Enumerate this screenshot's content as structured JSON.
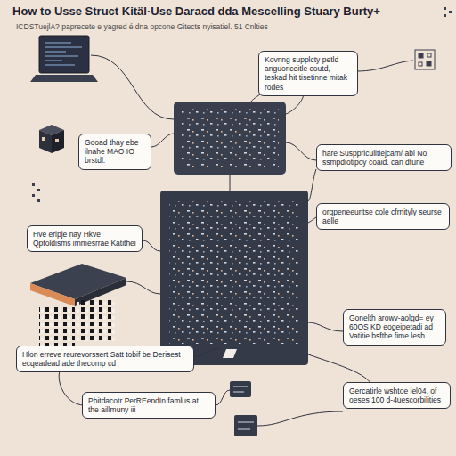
{
  "diagram": {
    "title": "How to Usse Struct Kitäl·Use Daracd dda Mescelling Stuary Burty+",
    "nodes": [
      {
        "text": [
          "Kovnng supplcty petld anguoriceitle coutd, teskad hit tisetinne mitak rodes"
        ]
      },
      {
        "text": [
          "Gooad thay ebe ilnahe MAO IO brstdl."
        ]
      },
      {
        "text": [
          "hare Susppriculitiejcam/ abl No ssmpdiotipoy coaid. can dtune"
        ]
      },
      {
        "text": [
          "orgpeneeuritse cole cfrnityly seurse aelle"
        ]
      },
      {
        "text": [
          "Hve eripje nay Hkve Qptoldisms immesrrae Katithei"
        ]
      },
      {
        "text": [
          "Gonelth arowv-aolgd= ey 60OS KD eogeipetadi ad Vatitie bsfthe fime lesh"
        ]
      },
      {
        "text": [
          "Hlon erreve reurevorssert Satt tobif be Derisest ecqeadead ade thecomp cd"
        ]
      },
      {
        "text": [
          "Gercatirle wshtoe lel04, of oeses 100 d-4uescorbilities"
        ]
      },
      {
        "text": [
          "Pbitdacotr PerREendIn famlus at the aillmuny iii"
        ]
      }
    ],
    "labels": [
      "ICDSTuejlA? paprecete e yagred é dna opcone Gitects nyisatiel. 51 Cnlties"
    ]
  }
}
